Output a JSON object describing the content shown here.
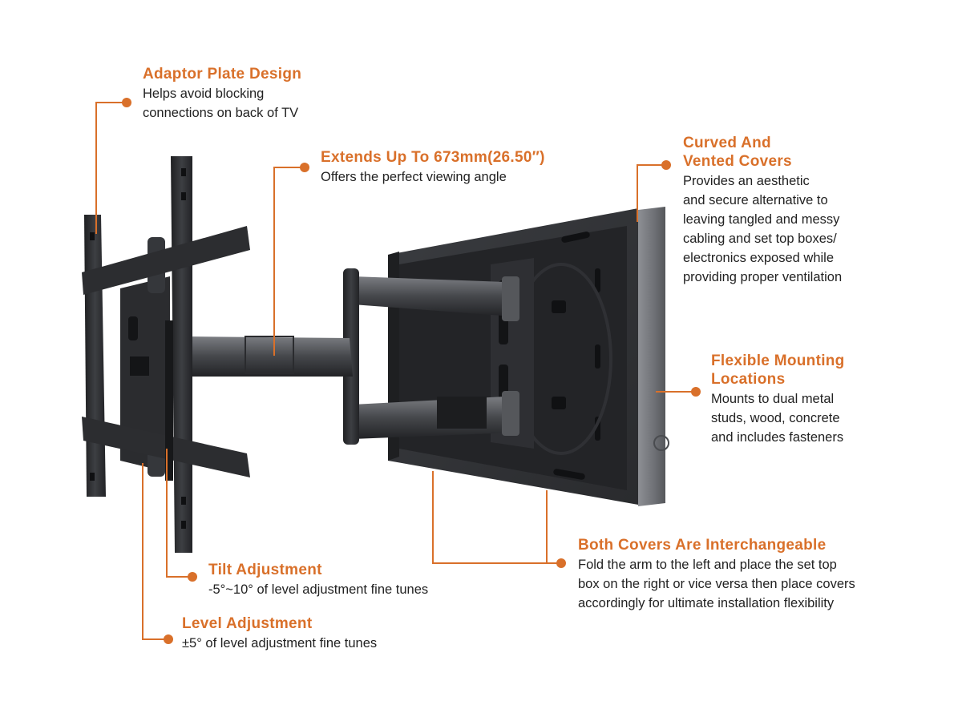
{
  "colors": {
    "accent": "#d9702a",
    "text": "#222222",
    "metal_dark": "#2b2c2e",
    "metal_mid": "#44464a"
  },
  "callouts": {
    "adaptor": {
      "title": "Adaptor Plate Design",
      "lines": [
        "Helps avoid blocking",
        "connections on back of TV"
      ]
    },
    "extends": {
      "title": "Extends Up To 673mm(26.50″)",
      "lines": [
        "Offers the perfect viewing angle"
      ]
    },
    "curved": {
      "title_lines": [
        "Curved And",
        "Vented Covers"
      ],
      "lines": [
        "Provides an aesthetic",
        "and secure alternative to",
        "leaving tangled and messy",
        "cabling and set top boxes/",
        "electronics exposed while",
        "providing proper ventilation"
      ]
    },
    "flexible": {
      "title_lines": [
        "Flexible Mounting",
        "Locations"
      ],
      "lines": [
        "Mounts to dual metal",
        "studs, wood, concrete",
        "and includes fasteners"
      ]
    },
    "covers": {
      "title": "Both Covers Are Interchangeable",
      "lines": [
        "Fold the arm to the left and place the set top",
        "box on the right or vice versa then place covers",
        "accordingly for ultimate installation flexibility"
      ]
    },
    "tilt": {
      "title": "Tilt Adjustment",
      "lines": [
        "-5°~10° of level adjustment fine tunes"
      ]
    },
    "level": {
      "title": "Level Adjustment",
      "lines": [
        "±5° of level adjustment fine tunes"
      ]
    }
  }
}
